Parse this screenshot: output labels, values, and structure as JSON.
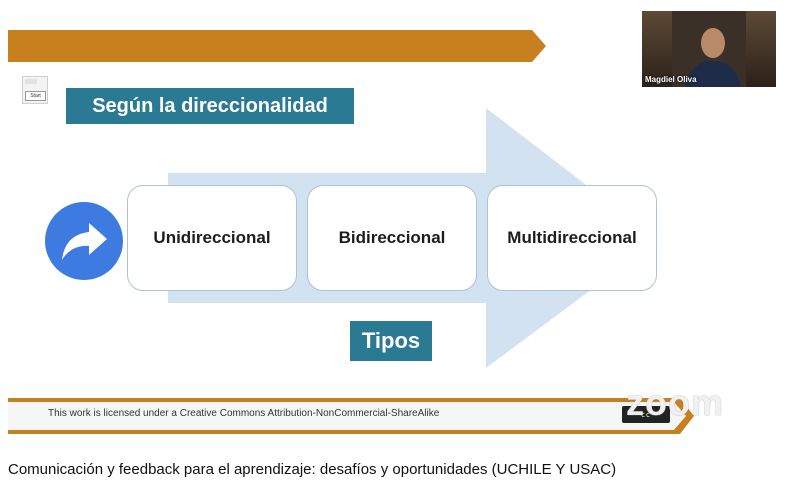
{
  "slide": {
    "heading": "Según la direccionalidad",
    "types": [
      "Unidireccional",
      "Bidireccional",
      "Multidireccional"
    ],
    "footer_label": "Tipos",
    "license": "This work is licensed under a Creative Commons Attribution-NonCommercial-ShareAlike",
    "cc_badge": "cc",
    "widget_button": "Start"
  },
  "participant": {
    "name": "Magdiel Oliva"
  },
  "watermark": "zoom",
  "video": {
    "title": "Comunicación y feedback para el aprendizaje: desafíos y oportunidades (UCHILE Y USAC)"
  },
  "colors": {
    "accent_orange": "#c8801e",
    "heading_teal": "#2a7a94",
    "arrow_blue": "#d3e2f0",
    "circle_blue": "#3d7be0"
  }
}
